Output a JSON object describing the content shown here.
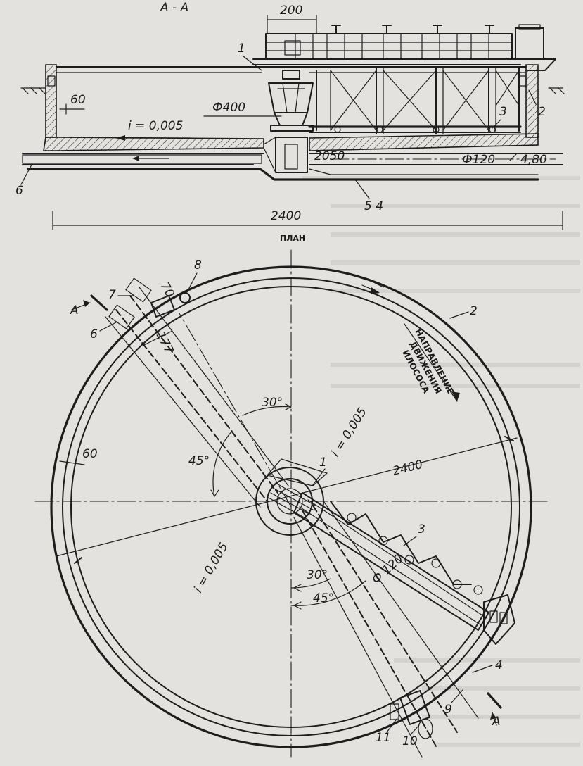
{
  "section": {
    "title": "А - А",
    "dim_top": "200",
    "dim_wall": "60",
    "dim_pipe": "Ф400",
    "slope": "i = 0,005",
    "dim_under": "2050",
    "dim_pipe2": "Ф120",
    "elevation": "4,80",
    "dim_total": "2400",
    "parts": {
      "p1": "1",
      "p2": "2",
      "p3": "3",
      "p45": "5  4",
      "p6": "6"
    }
  },
  "plan": {
    "title": "ПЛАН",
    "section_mark": "А",
    "direction_label": [
      "НАПРАВЛЕНИЕ",
      "ДВИЖЕНИЯ",
      "ИЛОСОСА"
    ],
    "dim_70": "70",
    "dim_177": "177",
    "dim_60": "60",
    "dim_radius": "2400",
    "slope": "i = 0,005",
    "angle_30": "30°",
    "angle_45": "45°",
    "dim_pipe": "Ф 120",
    "parts": {
      "p1": "1",
      "p2": "2",
      "p3": "3",
      "p4": "4",
      "p6": "6",
      "p7": "7",
      "p8": "8",
      "p9": "9",
      "p10": "10",
      "p11": "11"
    }
  }
}
